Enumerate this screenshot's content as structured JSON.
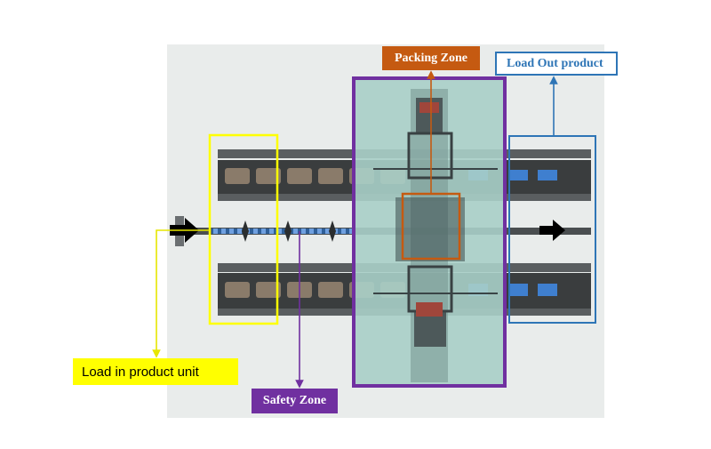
{
  "labels": {
    "packing_zone": "Packing Zone",
    "load_out": "Load Out product",
    "load_in": "Load in product unit",
    "safety_zone": "Safety Zone"
  },
  "colors": {
    "packing_zone": "#c55a11",
    "load_out": "#2e75b6",
    "load_in": "#ffff00",
    "safety_zone": "#7030a0",
    "machine_fill": "#a9cfc8",
    "conveyor": "#45494a",
    "product_box": "#3f7fcf"
  },
  "icons": {
    "infeed_arrow": "arrow-right-icon",
    "outfeed_arrow": "arrow-right-icon"
  }
}
